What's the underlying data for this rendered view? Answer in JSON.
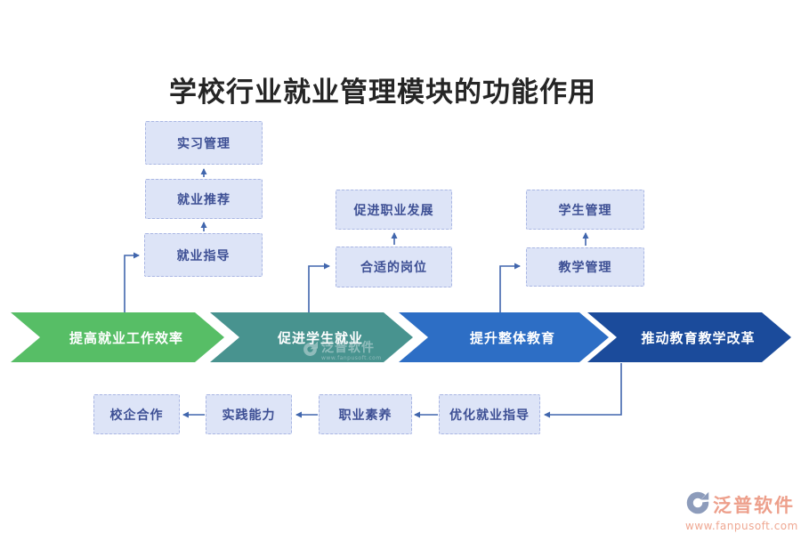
{
  "title": "学校行业就业管理模块的功能作用",
  "banners": [
    {
      "label": "提高就业工作效率",
      "color": "#57be66"
    },
    {
      "label": "促进学生就业",
      "color": "#48938f"
    },
    {
      "label": "提升整体教育",
      "color": "#2d6ec5"
    },
    {
      "label": "推动教育教学改革",
      "color": "#1b4b9b"
    }
  ],
  "nodes": {
    "left_top": "实习管理",
    "left_mid": "就业推荐",
    "left_bottom": "就业指导",
    "mid_top": "促进职业发展",
    "mid_bottom": "合适的岗位",
    "right_top": "学生管理",
    "right_bottom": "教学管理",
    "bottom_row": [
      "校企合作",
      "实践能力",
      "职业素养",
      "优化就业指导"
    ]
  },
  "branding": {
    "watermark_name": "泛普软件",
    "watermark_url": "www.fanpusoft.com",
    "logo_name": "泛普软件",
    "website": "www.fanpusoft.com"
  },
  "colors": {
    "node_fill": "#dde4f7",
    "node_border": "#a9b6e3",
    "node_text": "#3d4f94",
    "connector": "#4166ad",
    "banner_text": "#ffffff",
    "logo_text": "#ed9f8b",
    "logo_glyph": "#8d9cbb"
  }
}
